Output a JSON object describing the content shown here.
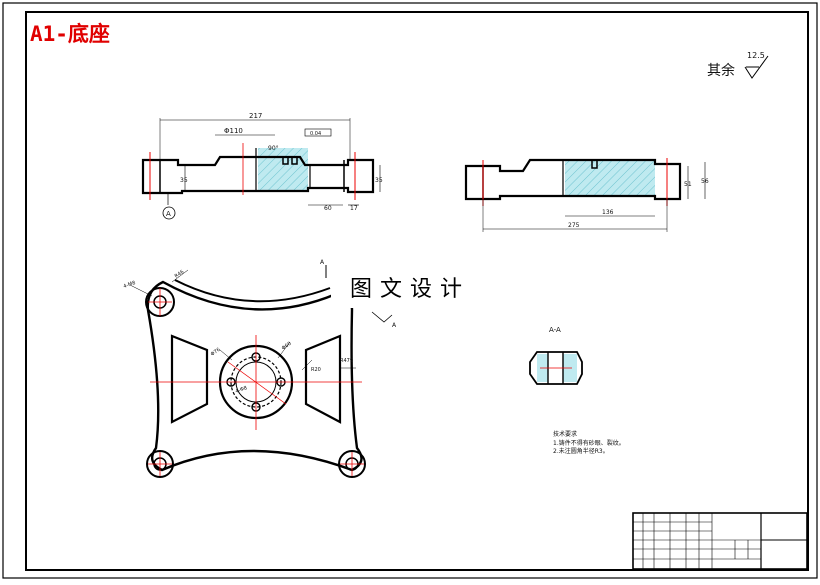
{
  "drawing": {
    "title": "A1-底座",
    "watermark": "图文设计",
    "roughness_note": "其余",
    "roughness_value": "12.5",
    "section_label": "A-A",
    "view_marker": "A",
    "tech_requirements": {
      "heading": "技术要求",
      "lines": [
        "1.铸件不得有砂眼、裂纹。",
        "2.未注圆角半径R3。"
      ]
    },
    "dimensions": {
      "front_overall": "217",
      "front_bore": "Φ110",
      "front_tol": "0.04",
      "front_height_left": "35",
      "front_height_right": "35",
      "front_right_len": "60",
      "front_right_small": "17",
      "front_angle": "90°",
      "side_width": "136",
      "side_overall": "275",
      "side_h1": "51",
      "side_h2": "56",
      "plan_bore": "4-Φ8",
      "plan_center": "Φ76",
      "plan_circle": "Φ60",
      "plan_r": "R20",
      "plan_side": "R479",
      "plan_holes": "4-M8",
      "plan_arc": "R46"
    }
  }
}
